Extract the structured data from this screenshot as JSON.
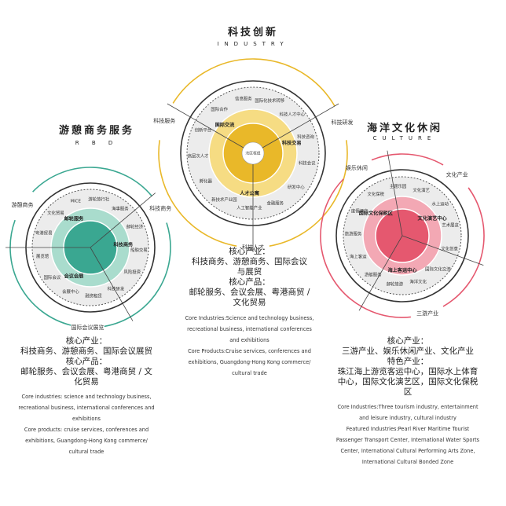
{
  "colors": {
    "yellow": "#e9b829",
    "yellow_light": "#f6dc83",
    "teal": "#3aa791",
    "teal_light": "#a9dccd",
    "pink": "#e5586f",
    "pink_light": "#f3a8b4",
    "gray": "#ececec",
    "line": "#333333"
  },
  "industry": {
    "title_cn": "科技创新",
    "title_en": "INDUSTRY",
    "outer_labels": [
      "科技服务",
      "科技研发",
      "科技人才"
    ],
    "inner_labels": [
      "国际交流",
      "科技交易",
      "人才公寓"
    ],
    "core_label": "湾区枢纽",
    "ring_items": [
      "信息服务",
      "国际化技术转移",
      "科技人才中心",
      "科技咨询",
      "科技会议",
      "研发中心",
      "金融服务",
      "人工智能产业",
      "新技术产业园",
      "孵化器",
      "高层次人才",
      "创新平台",
      "国际合作"
    ],
    "cn_lines": [
      "核心产业：",
      "科技商务、游憩商务、国际会议",
      "与展贸",
      "核心产品：",
      "邮轮服务、会议会展、粤港商贸 /",
      "文化贸易"
    ],
    "en_lines": [
      "Core Industries:Science and technology business,",
      "recreational business, international conferences",
      "and exhibitions",
      "Core Products:Cruise services, conferences and",
      "exhibitions, Guangdong-Hong Kong commerce/",
      "cultural trade"
    ]
  },
  "rbd": {
    "title_cn": "游憩商务服务",
    "title_en": "R B D",
    "outer_labels": [
      "游憩商务",
      "科技商务",
      "国际会议展览"
    ],
    "inner_labels": [
      "邮轮服务",
      "科技商务",
      "会议会展"
    ],
    "ring_items": [
      "游轮旅行社",
      "海事服务",
      "邮轮经济",
      "船舶交易",
      "风险投资",
      "科技研发",
      "融资租赁",
      "会展中心",
      "国际会议",
      "展览馆",
      "粤港贸易",
      "文化贸易",
      "MICE"
    ],
    "cn_lines": [
      "核心产业：",
      "科技商务、游憩商务、国际会议展贸",
      "核心产品：",
      "邮轮服务、会议会展、粤港商贸 / 文",
      "化贸易"
    ],
    "en_lines": [
      "Core industries: science and technology business,",
      "recreational business, international conferences and",
      "exhibitions",
      "Core products: cruise services, conferences and",
      "exhibitions, Guangdong-Hong Kong commerce/",
      "cultural trade"
    ]
  },
  "culture": {
    "title_cn": "海洋文化休闲",
    "title_en": "CULTURE",
    "outer_labels": [
      "娱乐休闲",
      "文化产业",
      "三游产业"
    ],
    "inner_labels": [
      "国际文化保税区",
      "文化演艺中心",
      "海上客运中心"
    ],
    "ring_items": [
      "主题乐园",
      "文化演艺",
      "水上运动",
      "艺术展览",
      "文化创意",
      "国际文化交流",
      "海洋文化",
      "邮轮旅游",
      "游艇服务",
      "海上客运",
      "旅游服务",
      "度假酒店",
      "文化保税"
    ],
    "cn_lines": [
      "核心产业：",
      "三游产业、娱乐休闲产业、文化产业",
      "特色产业：",
      "珠江海上游览客运中心，国际水上体育",
      "中心，国际文化演艺区，国际文化保税",
      "区"
    ],
    "en_lines": [
      "Core Industries:Three tourism industry, entertainment",
      "and leisure industry, cultural industry",
      "Featured Industries:Pearl River Maritime Tourist",
      "Passenger Transport Center, International Water Sports",
      "Center, International Cultural Performing Arts Zone,",
      "International Cultural Bonded Zone"
    ]
  }
}
